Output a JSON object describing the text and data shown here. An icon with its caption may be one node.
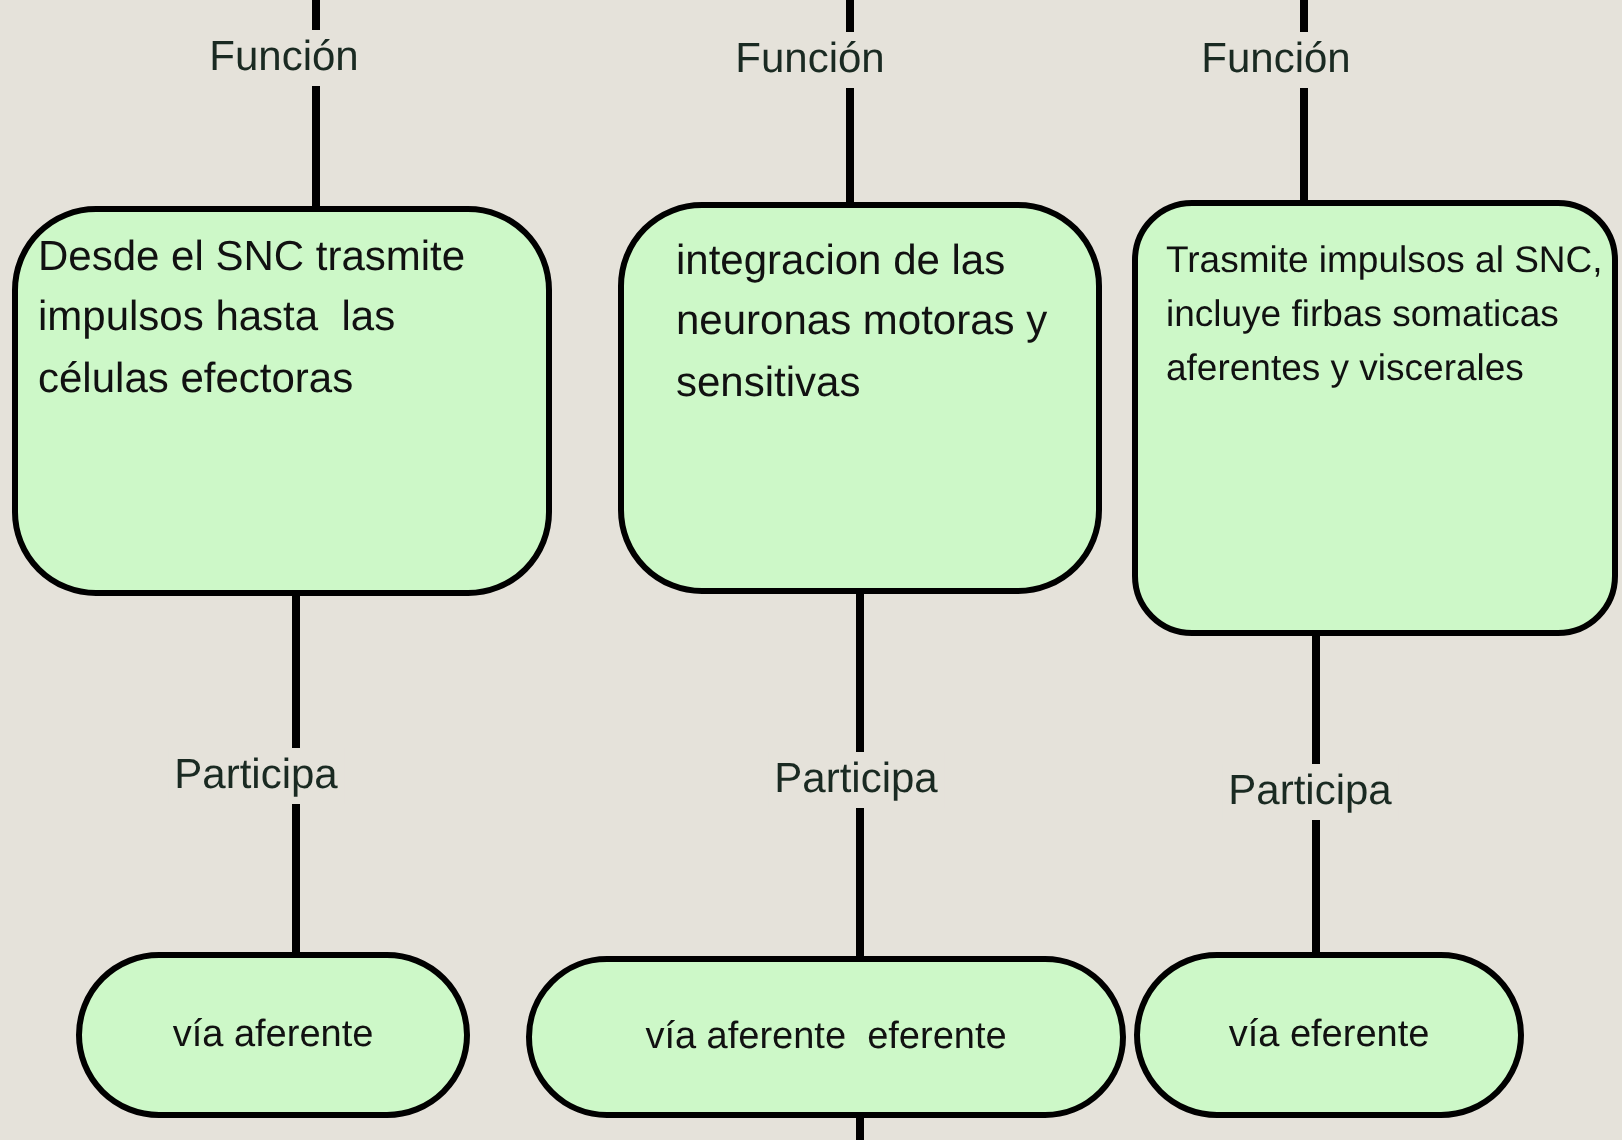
{
  "diagram": {
    "nodes": [
      {
        "text": [
          "Desde el SNC trasmite impulsos hasta  las células efectoras"
        ]
      },
      {
        "text": [
          "integracion de las neuronas motoras y sensitivas"
        ]
      },
      {
        "text": [
          "Trasmite impulsos al SNC, incluye firbas somaticas aferentes y viscerales"
        ]
      },
      {
        "text": [
          "vía aferente"
        ]
      },
      {
        "text": [
          "vía aferente  eferente"
        ]
      },
      {
        "text": [
          "vía eferente"
        ]
      }
    ],
    "edges": [
      {
        "from": null,
        "to": 0,
        "arrow": "none",
        "label": "Función"
      },
      {
        "from": null,
        "to": 1,
        "arrow": "none",
        "label": "Función"
      },
      {
        "from": null,
        "to": 2,
        "arrow": "none",
        "label": "Función"
      },
      {
        "from": 0,
        "to": 3,
        "arrow": "none",
        "label": "Participa"
      },
      {
        "from": 1,
        "to": 4,
        "arrow": "none",
        "label": "Participa"
      },
      {
        "from": 2,
        "to": 5,
        "arrow": "none",
        "label": "Participa"
      },
      {
        "from": 4,
        "to": null,
        "arrow": "none"
      }
    ]
  }
}
